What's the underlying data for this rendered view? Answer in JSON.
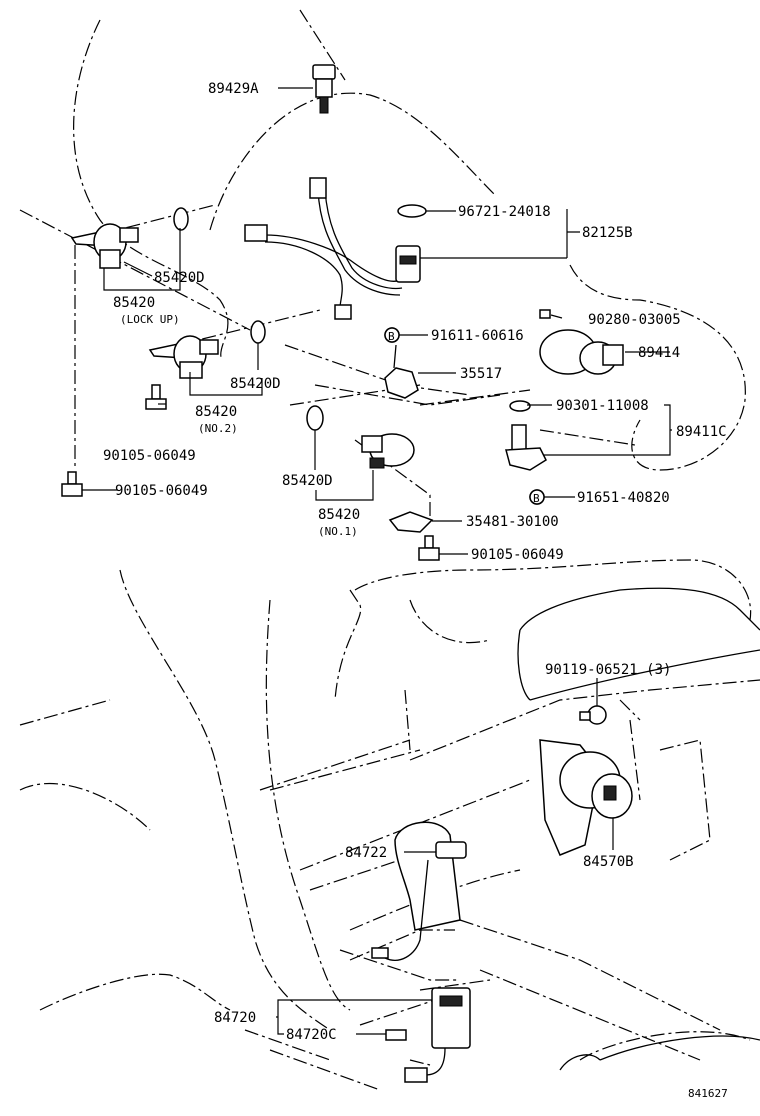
{
  "figure_id": "841627",
  "labels": {
    "p89429A": "89429A",
    "p96721": "96721-24018",
    "p82125B": "82125B",
    "p85420D_a": "85420D",
    "p85420_a": "85420",
    "lockup": "(LOCK UP)",
    "p91611": "91611-60616",
    "p90280": "90280-03005",
    "p89414": "89414",
    "p85420D_b": "85420D",
    "p85420_b": "85420",
    "no2": "(NO.2)",
    "p35517": "35517",
    "p90301": "90301-11008",
    "p89411C": "89411C",
    "p90105_a": "90105-06049",
    "p90105_b": "90105-06049",
    "p85420D_c": "85420D",
    "p91651": "91651-40820",
    "p85420_c": "85420",
    "no1": "(NO.1)",
    "p35481": "35481-30100",
    "p90105_c": "90105-06049",
    "p90119": "90119-06521 (3)",
    "p84722": "84722",
    "p84570B": "84570B",
    "p84720": "84720",
    "p84720C": "84720C",
    "markB1": "B",
    "markB2": "B"
  }
}
